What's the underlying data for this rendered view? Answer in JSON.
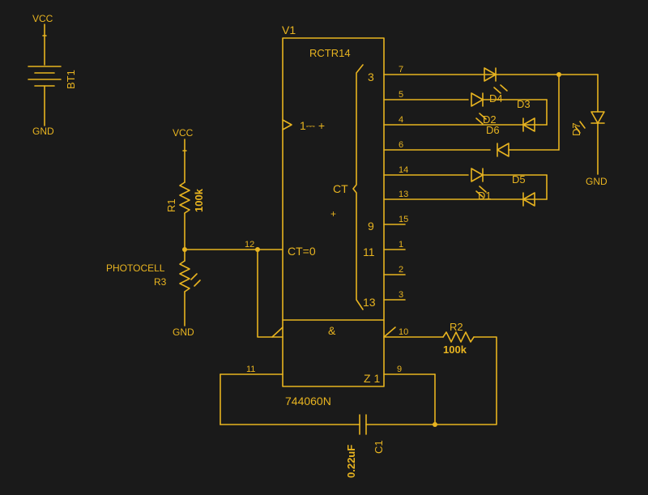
{
  "colors": {
    "background": "#1a1a1a",
    "wire": "#e8b420"
  },
  "chip": {
    "ref": "V1",
    "counter_name": "RCTR14",
    "gate_name": "744060N",
    "clock_sym": "1⎓ +",
    "ct_label": "CT",
    "ct_reset": "CT=0",
    "plus": "+",
    "and_sym": "&",
    "z1": "Z 1",
    "out_bits": [
      "3",
      "9",
      "11",
      "13"
    ],
    "pins": {
      "o3": "7",
      "o4": "5",
      "o5": "4",
      "o6": "6",
      "o7": "14",
      "o8": "13",
      "o9": "15",
      "o10": "1",
      "o11": "2",
      "o12": "3",
      "reset": "12",
      "g10": "10",
      "g9": "9",
      "g11": "11"
    }
  },
  "power": {
    "vcc": "VCC",
    "gnd": "GND",
    "battery": "BT1"
  },
  "parts": {
    "r1_ref": "R1",
    "r1_val": "100k",
    "r2_ref": "R2",
    "r2_val": "100k",
    "r3_ref": "R3",
    "r3_name": "PHOTOCELL",
    "c1_ref": "C1",
    "c1_val": "0.22uF",
    "d1": "D1",
    "d2": "D2",
    "d3": "D3",
    "d4": "D4",
    "d5": "D5",
    "d6": "D6",
    "d7": "D7"
  }
}
